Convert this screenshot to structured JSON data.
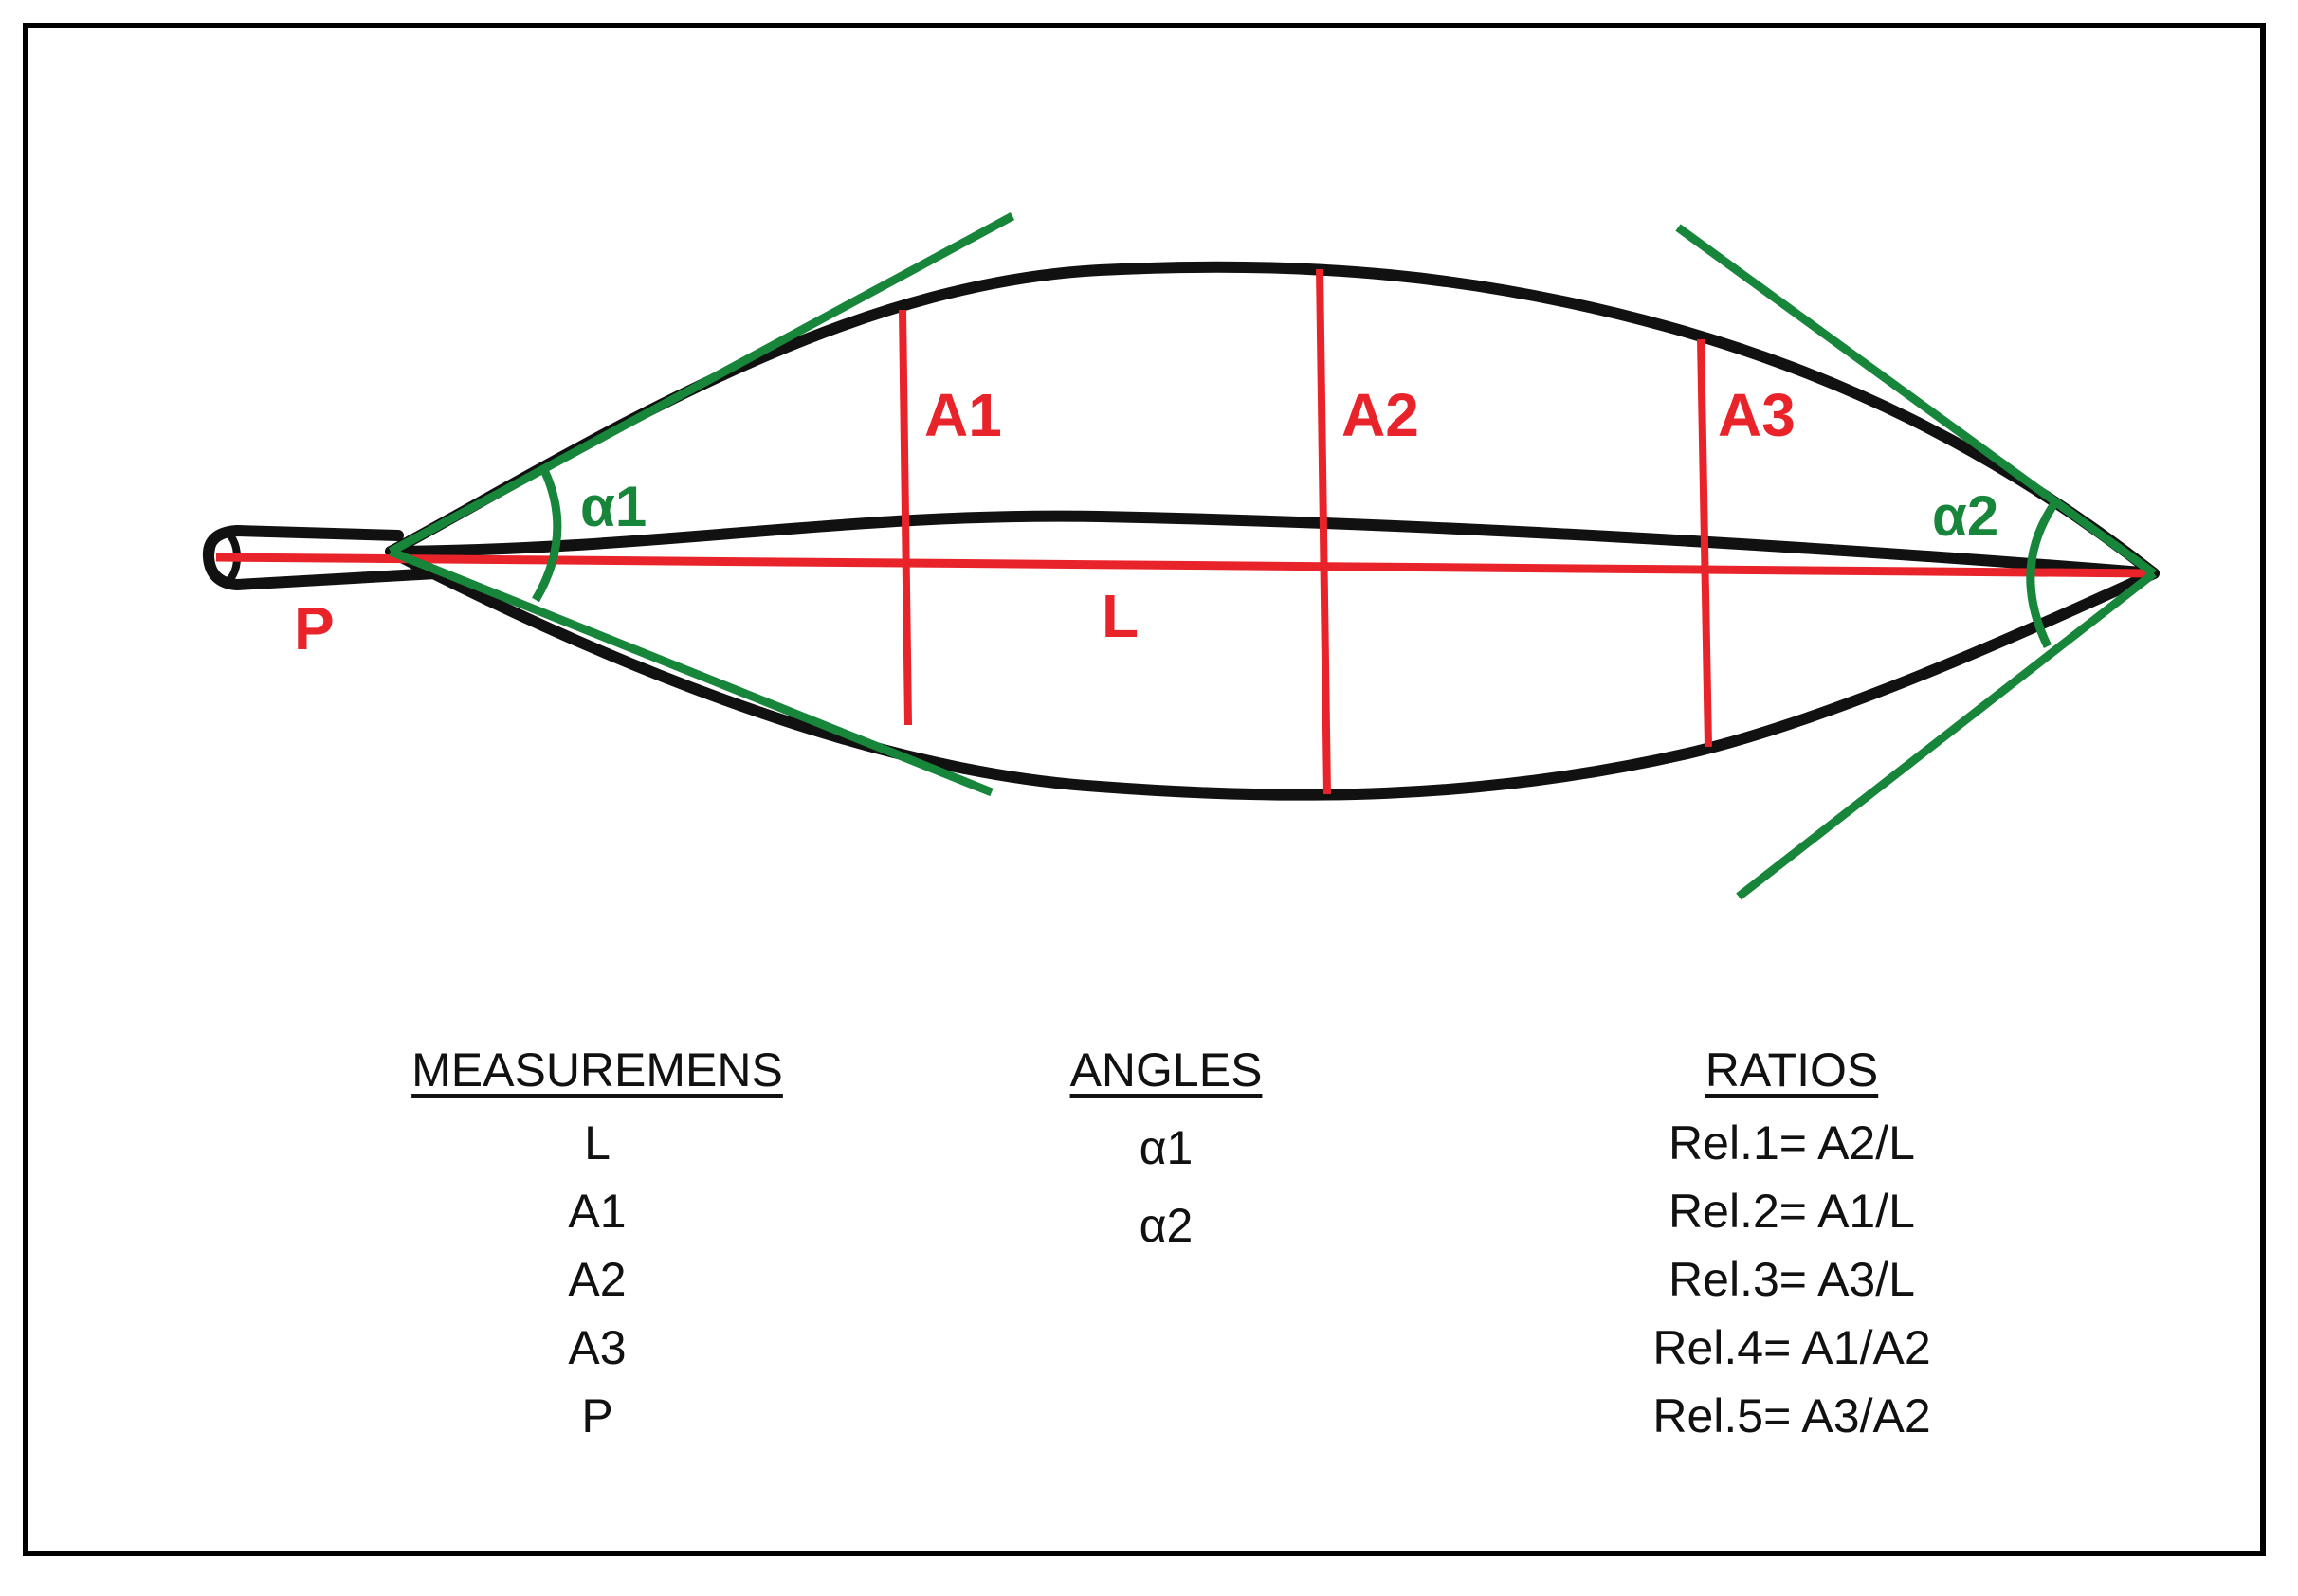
{
  "labels": {
    "A1": "A1",
    "A2": "A2",
    "A3": "A3",
    "L": "L",
    "P": "P",
    "alpha1": "α1",
    "alpha2": "α2"
  },
  "columns": {
    "measurements": {
      "heading": "MEASUREMENS",
      "items": [
        "L",
        "A1",
        "A2",
        "A3",
        "P"
      ]
    },
    "angles": {
      "heading": "ANGLES",
      "items": [
        "α1",
        "α2"
      ]
    },
    "ratios": {
      "heading": "RATIOS",
      "items": [
        "Rel.1= A2/L",
        "Rel.2= A1/L",
        "Rel.3= A3/L",
        "Rel.4= A1/A2",
        "Rel.5= A3/A2"
      ]
    }
  },
  "colors": {
    "outline": "#111111",
    "measure": "#e8232a",
    "angle": "#17853a",
    "frame": "#000000"
  }
}
